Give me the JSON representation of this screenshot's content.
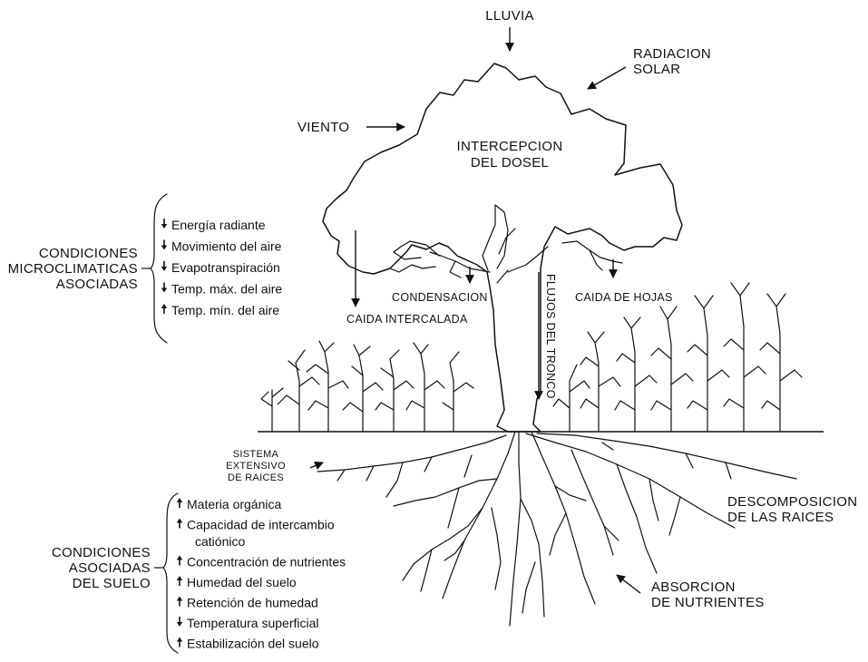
{
  "labels": {
    "lluvia": "LLUVIA",
    "radiacion_line1": "RADIACION",
    "radiacion_line2": "SOLAR",
    "viento": "VIENTO",
    "intercepcion_line1": "INTERCEPCION",
    "intercepcion_line2": "DEL DOSEL",
    "condensacion": "CONDENSACION",
    "caida_intercalada": "CAIDA INTERCALADA",
    "caida_hojas": "CAIDA DE HOJAS",
    "flujos_tronco": "FLUJOS DEL TRONCO",
    "sistema_line1": "SISTEMA",
    "sistema_line2": "EXTENSIVO",
    "sistema_line3": "DE RAICES",
    "descomposicion_line1": "DESCOMPOSICION",
    "descomposicion_line2": "DE LAS RAICES",
    "absorcion_line1": "ABSORCION",
    "absorcion_line2": "DE NUTRIENTES"
  },
  "micro": {
    "title_line1": "CONDICIONES",
    "title_line2": "MICROCLIMATICAS",
    "title_line3": "ASOCIADAS",
    "items": [
      {
        "dir": "down",
        "text": "Energía radiante"
      },
      {
        "dir": "down",
        "text": "Movimiento del aire"
      },
      {
        "dir": "down",
        "text": "Evapotranspiración"
      },
      {
        "dir": "down",
        "text": "Temp. máx. del aire"
      },
      {
        "dir": "up",
        "text": "Temp. mín. del aire"
      }
    ]
  },
  "soil": {
    "title_line1": "CONDICIONES",
    "title_line2": "ASOCIADAS",
    "title_line3": "DEL SUELO",
    "items": [
      {
        "dir": "up",
        "text": "Materia orgánica"
      },
      {
        "dir": "up",
        "text": "Capacidad de intercambio",
        "text2": "catiónico"
      },
      {
        "dir": "up",
        "text": "Concentración de nutrientes"
      },
      {
        "dir": "up",
        "text": "Humedad del suelo"
      },
      {
        "dir": "up",
        "text": "Retención de humedad"
      },
      {
        "dir": "down",
        "text": "Temperatura superficial"
      },
      {
        "dir": "up",
        "text": "Estabilización del suelo"
      }
    ]
  },
  "colors": {
    "ink": "#111111",
    "background": "#ffffff"
  }
}
